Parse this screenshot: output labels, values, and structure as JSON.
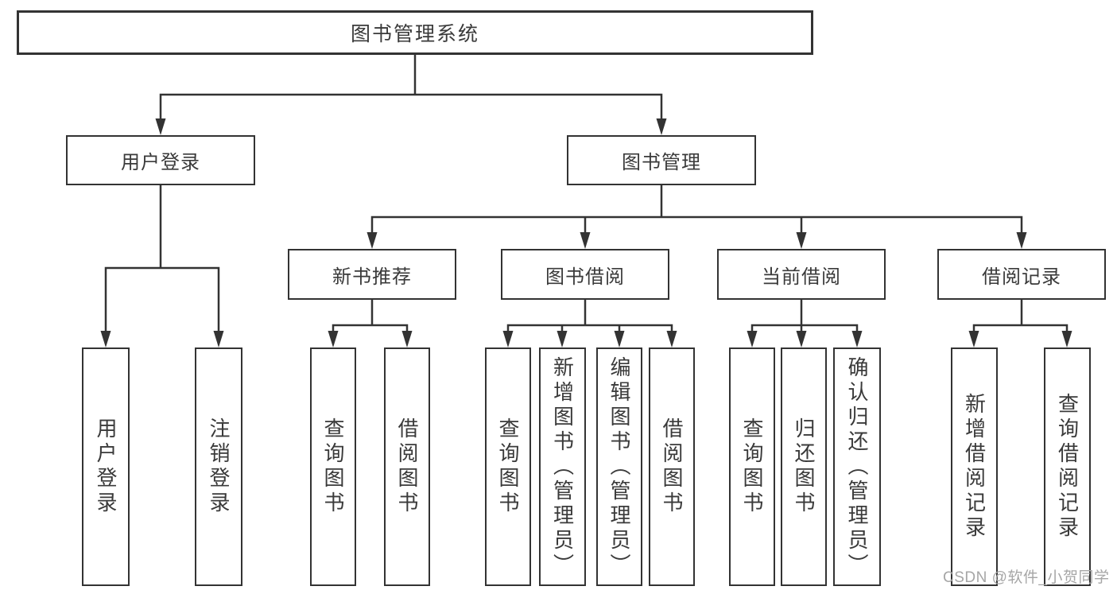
{
  "diagram": {
    "type": "hierarchy-diagram",
    "colors": {
      "line": "#333333",
      "box_border": "#333333",
      "box_background": "#ffffff",
      "text": "#3a3a3a",
      "watermark_text": "#a6a6a6"
    },
    "tree": {
      "label": "图书管理系统",
      "children": [
        {
          "label": "用户登录",
          "children": [
            {
              "label": "用户登录"
            },
            {
              "label": "注销登录"
            }
          ]
        },
        {
          "label": "图书管理",
          "children": [
            {
              "label": "新书推荐",
              "children": [
                {
                  "label": "查询图书"
                },
                {
                  "label": "借阅图书"
                }
              ]
            },
            {
              "label": "图书借阅",
              "children": [
                {
                  "label": "查询图书"
                },
                {
                  "label": "新增图书（管理员）"
                },
                {
                  "label": "编辑图书（管理员）"
                },
                {
                  "label": "借阅图书"
                }
              ]
            },
            {
              "label": "当前借阅",
              "children": [
                {
                  "label": "查询图书"
                },
                {
                  "label": "归还图书"
                },
                {
                  "label": "确认归还（管理员）"
                }
              ]
            },
            {
              "label": "借阅记录",
              "children": [
                {
                  "label": "新增借阅记录"
                },
                {
                  "label": "查询借阅记录"
                }
              ]
            }
          ]
        }
      ]
    },
    "watermark": {
      "text": "CSDN @软件_小贺同学"
    }
  }
}
